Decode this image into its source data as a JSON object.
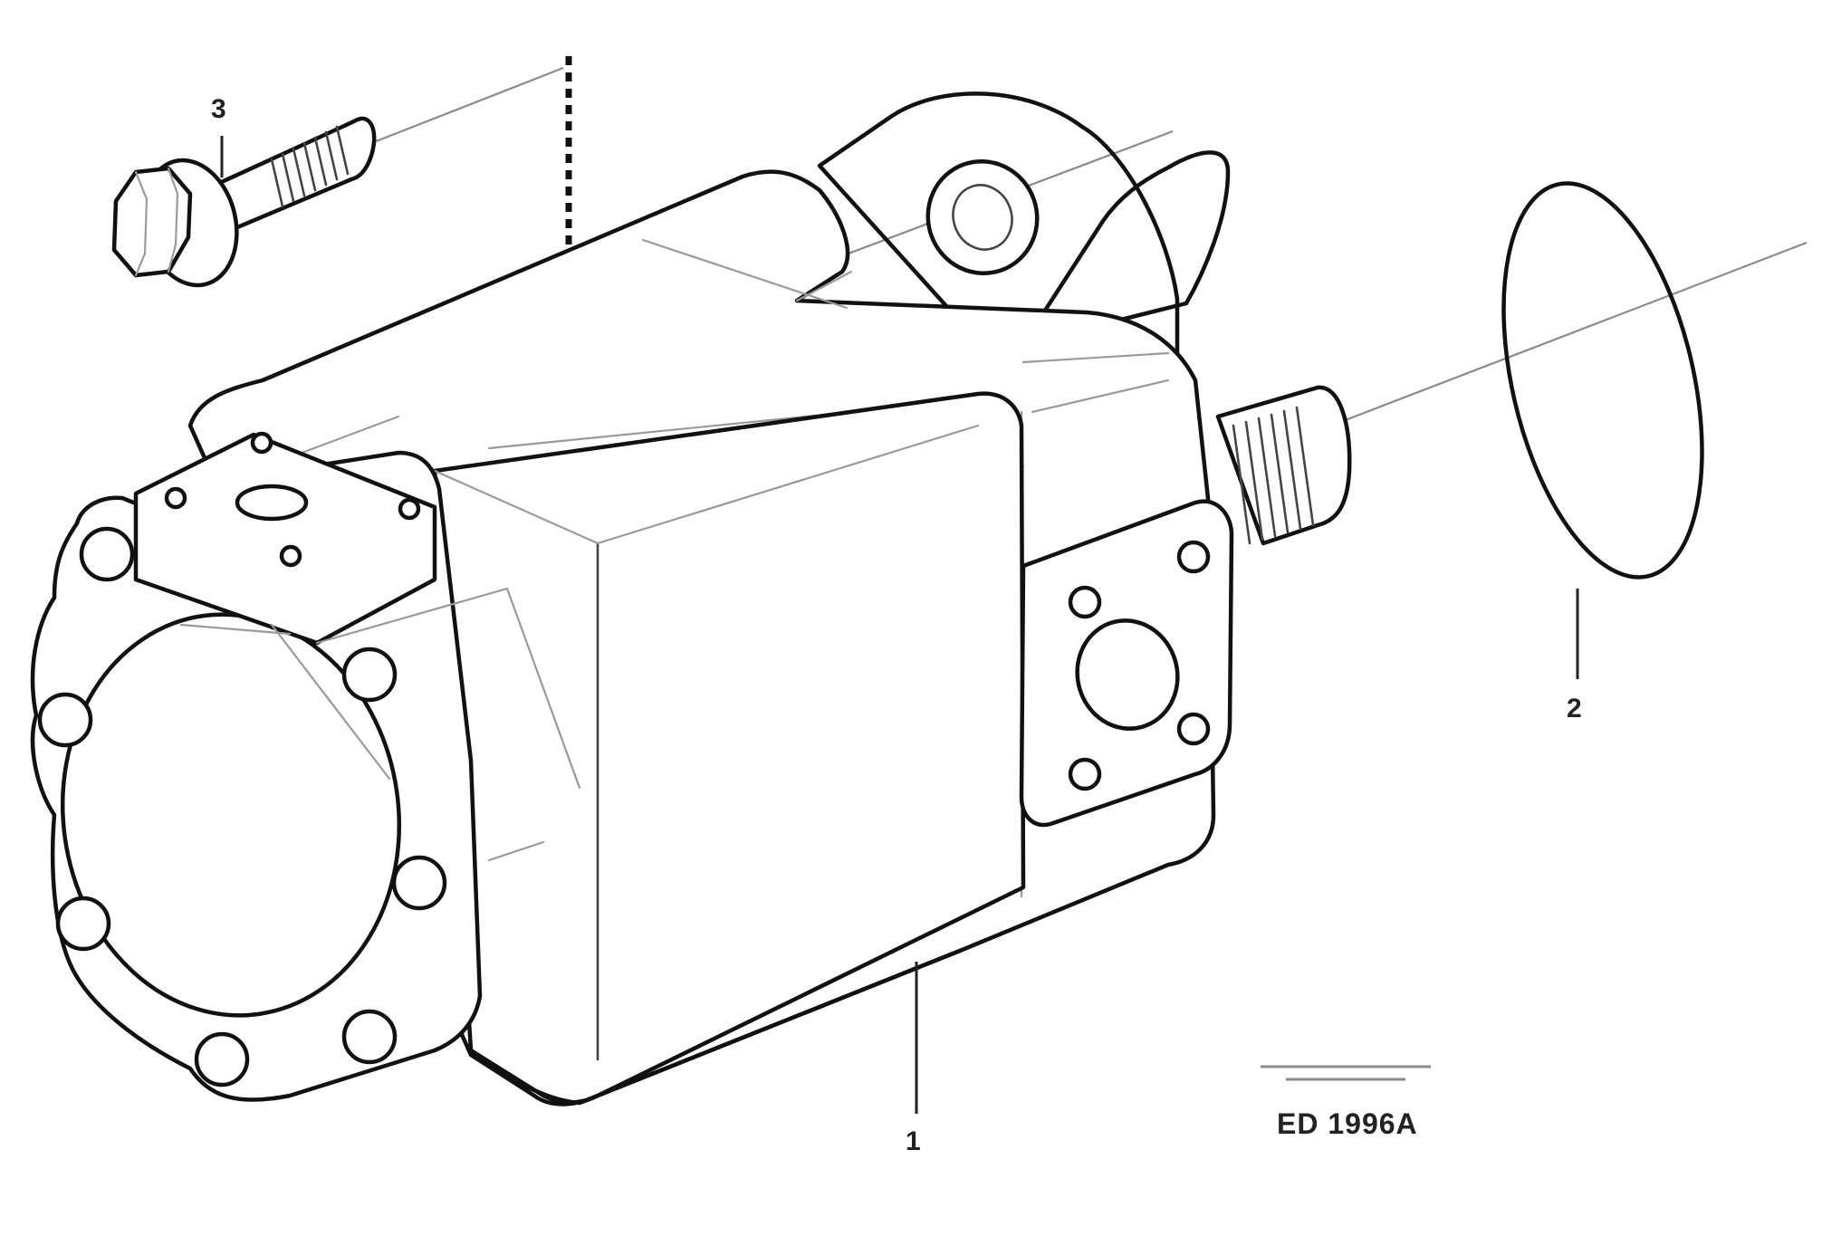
{
  "diagram": {
    "callouts": {
      "pump": "1",
      "o_ring": "2",
      "screw": "3"
    },
    "reference_code": "ED 1996A"
  },
  "colors": {
    "line": "#111111",
    "hidden_line": "#9a9a9a",
    "background": "#ffffff"
  }
}
